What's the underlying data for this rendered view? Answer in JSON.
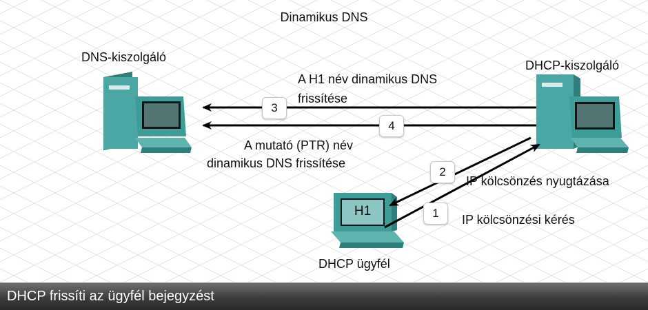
{
  "title": "Dinamikus DNS",
  "nodes": {
    "dns_server": "DNS-kiszolgáló",
    "dhcp_server": "DHCP-kiszolgáló",
    "dhcp_client": "DHCP ügyfél",
    "client_screen": "H1"
  },
  "steps": [
    {
      "number": "1",
      "label": "IP kölcsönzési kérés"
    },
    {
      "number": "2",
      "label": "IP kölcsönzés nyugtázása"
    },
    {
      "number": "3",
      "label_line1": "A H1 név dinamikus DNS",
      "label_line2": "frissítése"
    },
    {
      "number": "4",
      "label_line1": "A mutató (PTR) név",
      "label_line2": "dinamikus DNS frissítése"
    }
  ],
  "caption": "DHCP frissíti az ügyfél bejegyzést",
  "colors": {
    "computer": "#3f9c98",
    "screen": "#8cc6c3",
    "arrow": "#000000",
    "caption_bar": "#3b3b3b",
    "grid": "#e2e2e2"
  }
}
